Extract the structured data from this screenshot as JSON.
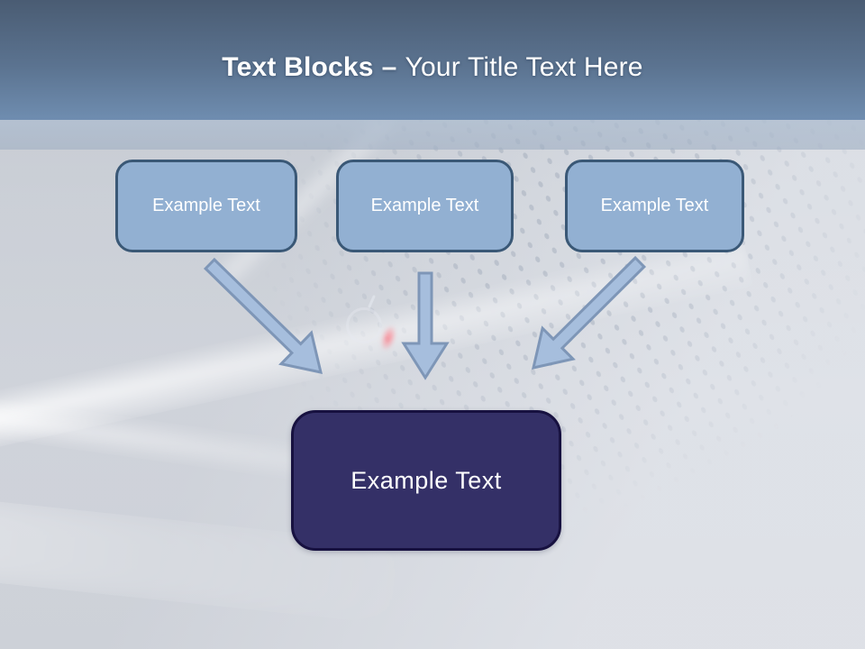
{
  "slide": {
    "title": {
      "bold": "Text Blocks",
      "dash": "–",
      "regular": "Your Title Text Here"
    },
    "top_boxes": [
      {
        "label": "Example Text"
      },
      {
        "label": "Example Text"
      },
      {
        "label": "Example Text"
      }
    ],
    "bottom_box": {
      "label": "Example Text"
    },
    "arrows": [
      {
        "name": "arrow-down-right",
        "direction": "down-right",
        "from": "top box 1",
        "to": "bottom box"
      },
      {
        "name": "arrow-down",
        "direction": "down",
        "from": "top box 2",
        "to": "bottom box"
      },
      {
        "name": "arrow-down-left",
        "direction": "down-left",
        "from": "top box 3",
        "to": "bottom box"
      }
    ],
    "background_photo_elements": [
      "perforated-grille-dots",
      "power-symbol-icon",
      "red-led-glow",
      "light-streaks"
    ],
    "colors": {
      "header_top": "#4a5c73",
      "header_bottom": "#6f8db0",
      "band": "#a9b9cc",
      "canvas": "#d2d5db",
      "box_fill": "#92b0d2",
      "box_border": "#3a5876",
      "arrow_fill": "#a6bedd",
      "arrow_stroke": "#7e96b7",
      "dark_box_fill": "#343067",
      "dark_box_border": "#171140",
      "title_text": "#ffffff",
      "box_text": "#ffffff"
    }
  }
}
